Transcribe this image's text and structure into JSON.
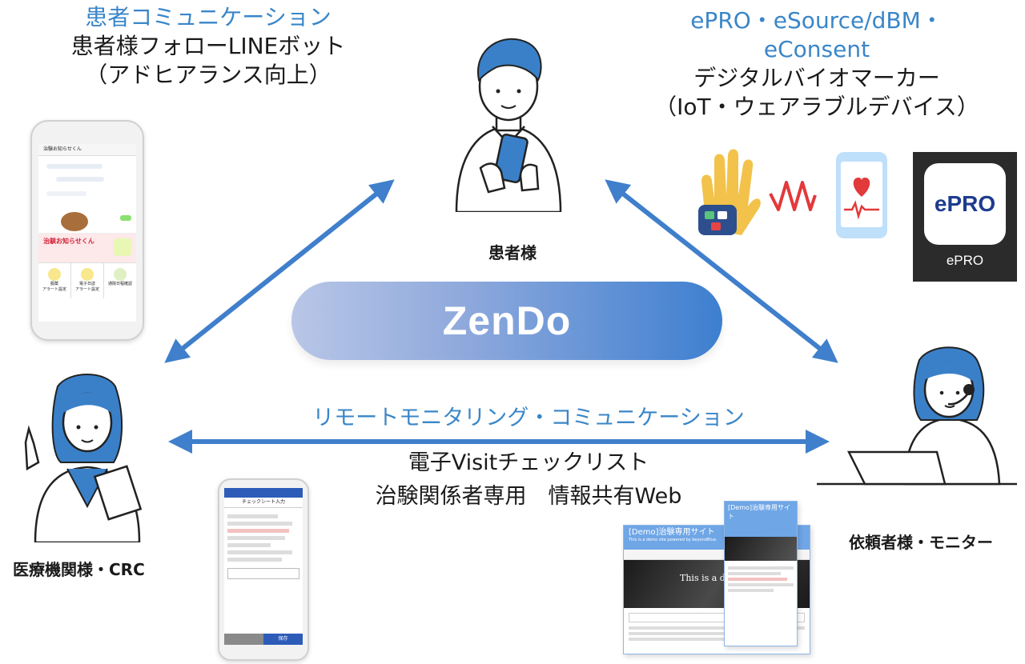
{
  "center": {
    "title": "ZenDo"
  },
  "patient": {
    "label": "患者様",
    "comm_title": "患者コミュニケーション",
    "comm_line1": "患者様フォローLINEボット",
    "comm_line2": "（アドヒアランス向上）"
  },
  "epro": {
    "line1": "ePRO・eSource/dBM・",
    "line2": "eConsent",
    "line3": "デジタルバイオマーカー",
    "line4": "（IoT・ウェアラブルデバイス）",
    "app_icon_text": "ePRO",
    "app_caption": "ePRO"
  },
  "medical": {
    "label": "医療機関様・CRC"
  },
  "sponsor": {
    "label": "依頼者様・モニター"
  },
  "remote": {
    "title": "リモートモニタリング・コミュニケーション",
    "line1": "電子Visitチェックリスト",
    "line2": "治験関係者専用　情報共有Web"
  },
  "line_phone": {
    "header": "治験お知らせくん",
    "banner": "治験お知らせくん",
    "menu1": "服薬\nアラート設定",
    "menu2": "電子日誌\nアラート設定",
    "menu3": "通院日程確認"
  },
  "visit_phone": {
    "header": "チェックシート入力",
    "save": "保存"
  },
  "web": {
    "title_main": "[Demo]治験専用サイト",
    "subtitle_main": "This is a demo site powered by beyondBlue.",
    "hero_text": "This is a demo",
    "title_side": "[Demo]治験専用サイト"
  },
  "colors": {
    "accent": "#3a86c8",
    "arrow": "#3f7fcb",
    "person": "#3a80c8"
  }
}
